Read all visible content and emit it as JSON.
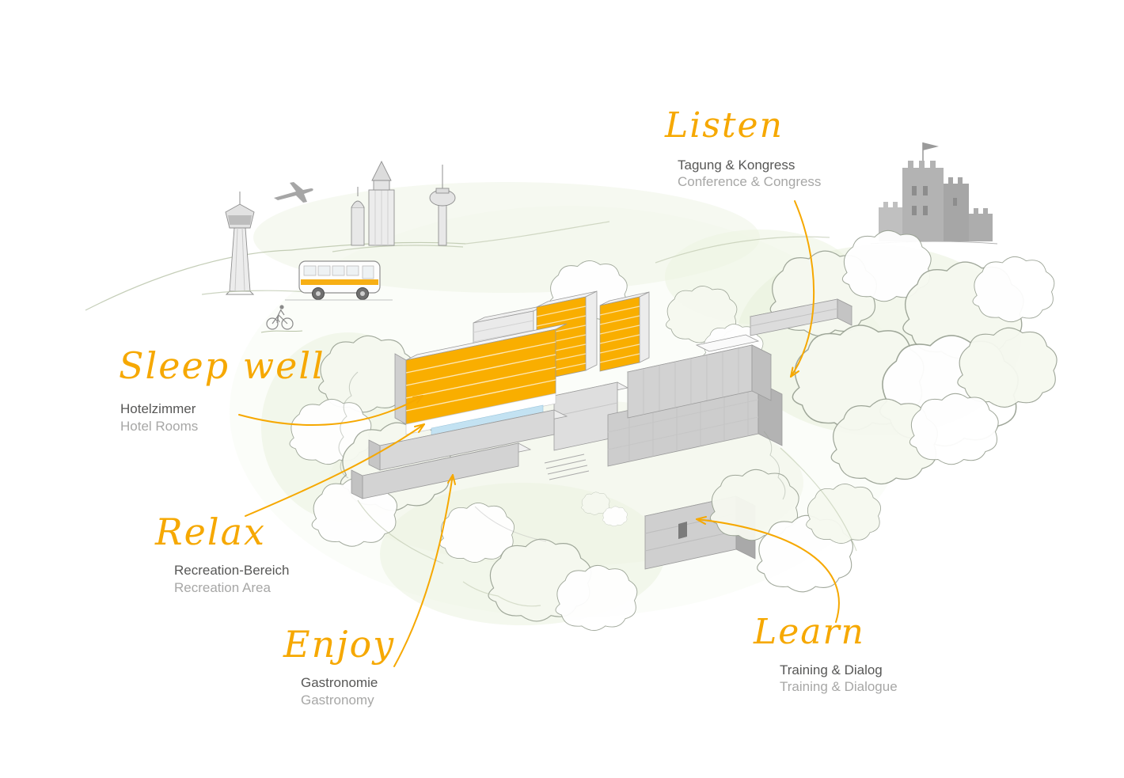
{
  "colors": {
    "accent": "#F6A800",
    "dark_text": "#575756",
    "light_text": "#A7A7A6",
    "pool_blue": "#C3E2F2",
    "building_orange": "#F9AE00"
  },
  "annotations": {
    "listen": {
      "title": "Listen",
      "line_de": "Tagung & Kongress",
      "line_en": "Conference & Congress"
    },
    "sleep_well": {
      "title": "Sleep well",
      "line_de": "Hotelzimmer",
      "line_en": "Hotel Rooms"
    },
    "relax": {
      "title": "Relax",
      "line_de": "Recreation-Bereich",
      "line_en": "Recreation Area"
    },
    "enjoy": {
      "title": "Enjoy",
      "line_de": "Gastronomie",
      "line_en": "Gastronomy"
    },
    "learn": {
      "title": "Learn",
      "line_de": "Training & Dialog",
      "line_en": "Training & Dialogue"
    }
  },
  "scene": {
    "icons": [
      "airplane-icon",
      "control-tower-icon",
      "skyline-icon",
      "bus-icon",
      "cyclist-icon",
      "castle-icon"
    ],
    "buildings": [
      "hotel-rooms-building",
      "hotel-tower-blocks",
      "recreation-pool",
      "conference-building",
      "gastronomy-terraces",
      "training-building",
      "annex-building"
    ]
  }
}
